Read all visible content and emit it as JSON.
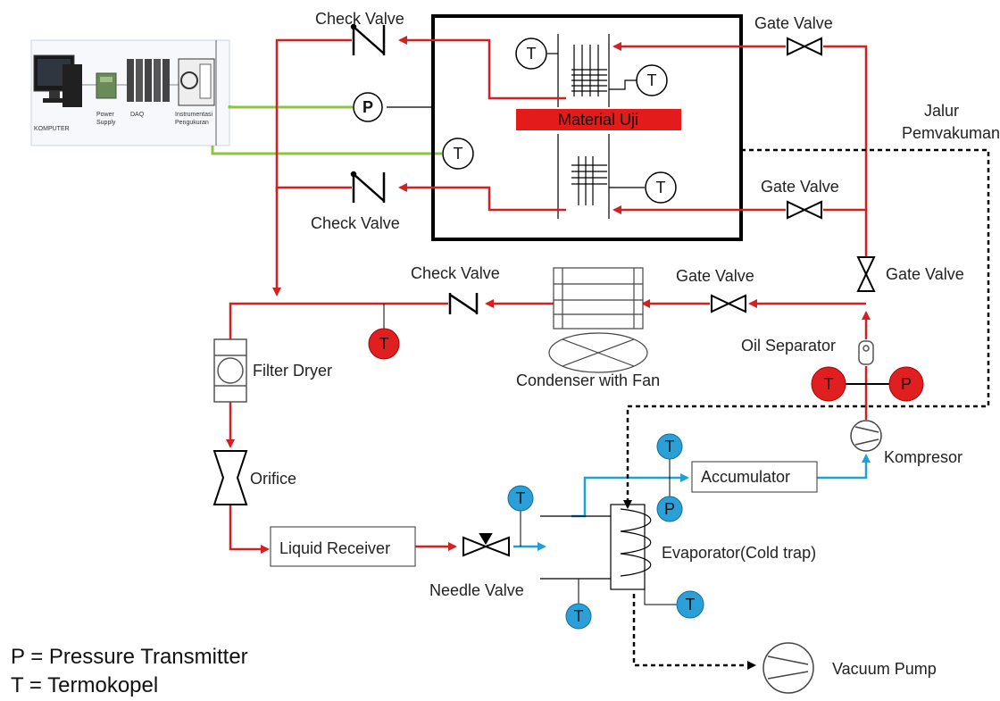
{
  "diagram": {
    "components": {
      "check_valve_top": "Check Valve",
      "check_valve_mid": "Check Valve",
      "check_valve_condenser": "Check Valve",
      "gate_valve_top": "Gate Valve",
      "gate_valve_mid": "Gate Valve",
      "gate_valve_condenser": "Gate Valve",
      "gate_valve_vertical": "Gate Valve",
      "material": "Material Uji",
      "vacuum_line_1": "Jalur",
      "vacuum_line_2": "Pemvakuman",
      "filter_dryer": "Filter Dryer",
      "condenser": "Condenser with Fan",
      "oil_separator": "Oil Separator",
      "orifice": "Orifice",
      "kompresor": "Kompresor",
      "accumulator": "Accumulator",
      "liquid_receiver": "Liquid Receiver",
      "evaporator": "Evaporator(Cold trap)",
      "needle_valve": "Needle Valve",
      "vacuum_pump": "Vacuum Pump"
    },
    "sensor_letters": {
      "temperature": "T",
      "pressure": "P"
    },
    "daq": {
      "computer": "KOMPUTER",
      "power_1": "Power",
      "power_2": "Supply",
      "daq": "DAQ",
      "instr_1": "Instrumentasi",
      "instr_2": "Pengukuran"
    },
    "legend": {
      "pressure": "P = Pressure Transmitter",
      "thermo": "T = Termokopel"
    },
    "colors": {
      "hot_line": "#d42020",
      "cold_line": "#1fa0d8",
      "signal_line": "#8cc63f",
      "sensor_red": "#e02020",
      "sensor_blue": "#2a9fd8",
      "material_fill": "#e31b1b"
    }
  }
}
